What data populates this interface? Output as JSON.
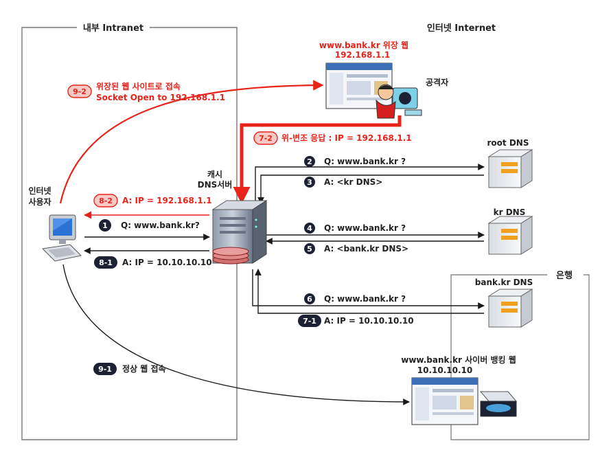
{
  "zones": {
    "intranet": "내부 Intranet",
    "internet": "인터넷 Internet",
    "bank": "은행"
  },
  "nodes": {
    "user": [
      "인터넷",
      "사용자"
    ],
    "cache_dns": [
      "캐시",
      "DNS서버"
    ],
    "root_dns": "root DNS",
    "kr_dns": "kr DNS",
    "bank_dns": "bank.kr DNS",
    "fake_site": [
      "www.bank.kr 위장 웹",
      "192.168.1.1"
    ],
    "attacker": "공격자",
    "real_site": [
      "www.bank.kr 사이버 뱅킹 웹",
      "10.10.10.10"
    ]
  },
  "steps": {
    "s1": {
      "badge": "1",
      "text": "Q: www.bank.kr?"
    },
    "s2": {
      "badge": "2",
      "text": "Q: www.bank.kr ?"
    },
    "s3": {
      "badge": "3",
      "text": "A: <kr DNS>"
    },
    "s4": {
      "badge": "4",
      "text": "Q: www.bank.kr ?"
    },
    "s5": {
      "badge": "5",
      "text": "A: <bank.kr DNS>"
    },
    "s6": {
      "badge": "6",
      "text": "Q: www.bank.kr ?"
    },
    "s71": {
      "badge": "7-1",
      "text": "A: IP = 10.10.10.10"
    },
    "s72": {
      "badge": "7-2",
      "text": "위-변조 응답 : IP = 192.168.1.1"
    },
    "s81": {
      "badge": "8-1",
      "text": "A: IP = 10.10.10.10"
    },
    "s82": {
      "badge": "8-2",
      "text": "A: IP = 192.168.1.1"
    },
    "s91": {
      "badge": "9-1",
      "text": "정상 웹 접속"
    },
    "s92": {
      "badge": "9-2",
      "text": [
        "위장된 웹 사이트로 접속",
        "Socket Open to 192.168.1.1"
      ]
    }
  },
  "colors": {
    "normal": "#1a1a1a",
    "attack": "#e8231a",
    "badge_dark": "#1c2233",
    "badge_red_fill": "#f8c9c4",
    "dns_orange": "#f0a01e"
  }
}
